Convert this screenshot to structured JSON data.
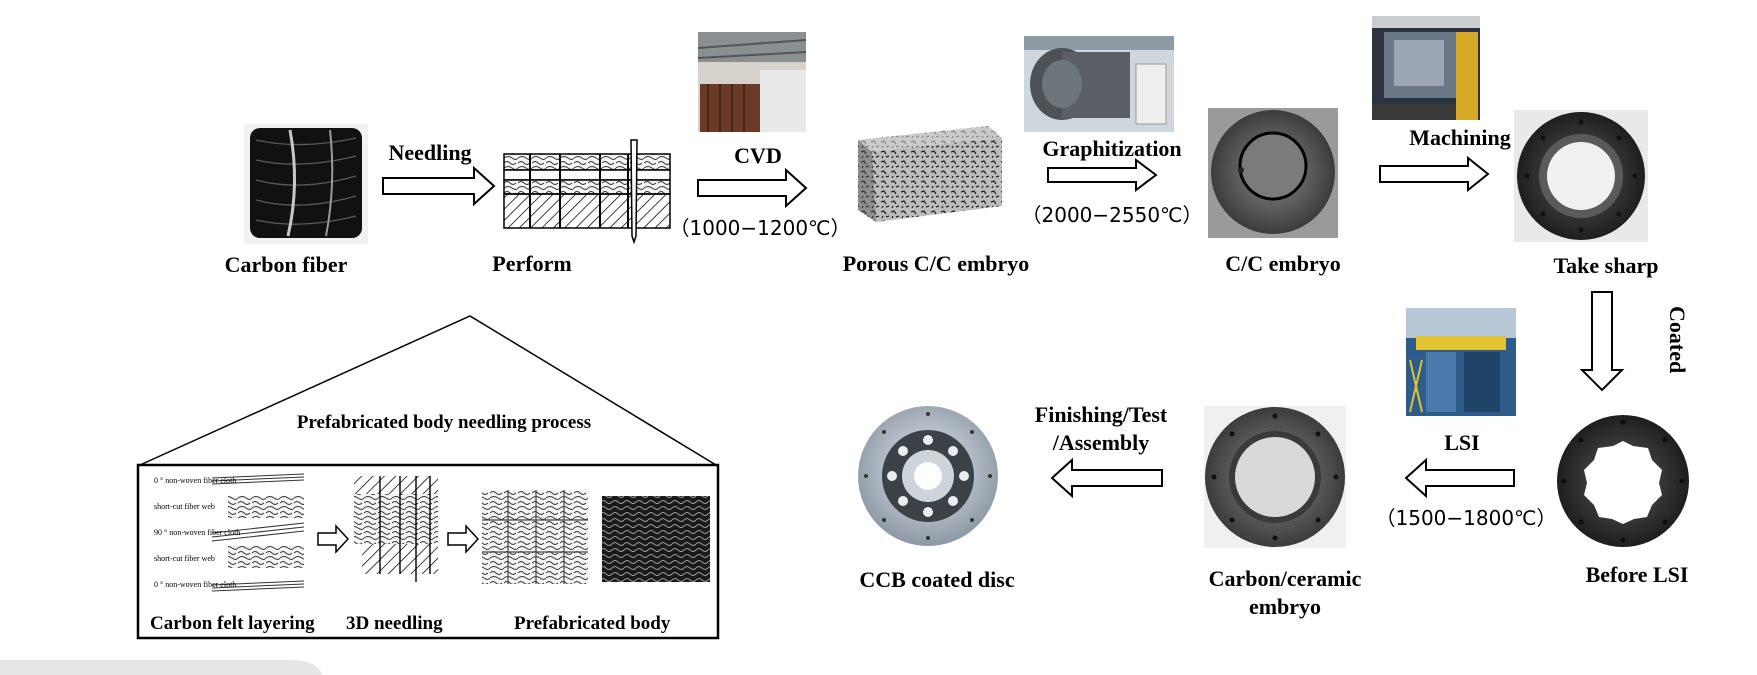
{
  "steps": {
    "carbon_fiber": "Carbon fiber",
    "needling": "Needling",
    "perform": "Perform",
    "cvd": "CVD",
    "cvd_temp": "（1000−1200℃）",
    "porous": "Porous C/C embryo",
    "graphitization": "Graphitization",
    "graph_temp": "（2000−2550℃）",
    "cc_embryo": "C/C  embryo",
    "machining": "Machining",
    "take_sharp": "Take sharp",
    "coated": "Coated",
    "before_lsi": "Before LSI",
    "lsi": "LSI",
    "lsi_temp": "（1500−1800℃）",
    "carbon_ceramic_1": "Carbon/ceramic",
    "carbon_ceramic_2": "embryo",
    "finishing_1": "Finishing/Test",
    "finishing_2": "/Assembly",
    "ccb": "CCB coated disc"
  },
  "inset": {
    "title": "Prefabricated body needling process",
    "caption_layering": "Carbon felt layering",
    "caption_needling": "3D needling",
    "caption_body": "Prefabricated body",
    "layers": [
      "0 ° non-woven fiber cloth",
      "short-cut fiber web",
      "90 ° non-woven fiber cloth",
      "short-cut fiber web",
      "0 ° non-woven fiber cloth"
    ]
  },
  "colors": {
    "accent": "#000000"
  }
}
